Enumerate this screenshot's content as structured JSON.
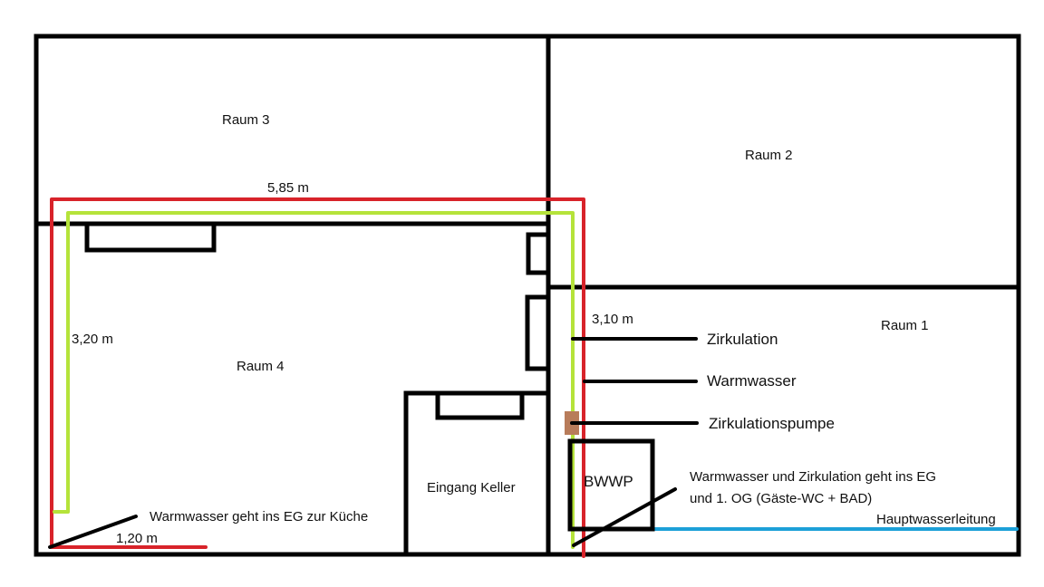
{
  "colors": {
    "walls": "#000000",
    "warmwasser_pipe": "#d8232a",
    "zirkulation_pipe": "#b5e33a",
    "hauptwasser_pipe": "#1ca0d8",
    "pump": "#b87c5a",
    "background": "#ffffff"
  },
  "rooms": {
    "raum1": "Raum 1",
    "raum2": "Raum 2",
    "raum3": "Raum 3",
    "raum4": "Raum 4",
    "eingang_keller": "Eingang Keller"
  },
  "equipment": {
    "bwwp": "BWWP"
  },
  "dimensions": {
    "top_run": "5,85 m",
    "left_run": "3,20 m",
    "riser_run": "3,10 m",
    "bottom_run": "1,20 m"
  },
  "legend": {
    "zirkulation": "Zirkulation",
    "warmwasser": "Warmwasser",
    "zirkulationspumpe": "Zirkulationspumpe"
  },
  "annotations": {
    "kueche": "Warmwasser geht ins EG zur Küche",
    "eg_og_line1": "Warmwasser und Zirkulation geht ins EG",
    "eg_og_line2": "und 1. OG (Gäste-WC + BAD)",
    "hauptwasserleitung": "Hauptwasserleitung"
  }
}
